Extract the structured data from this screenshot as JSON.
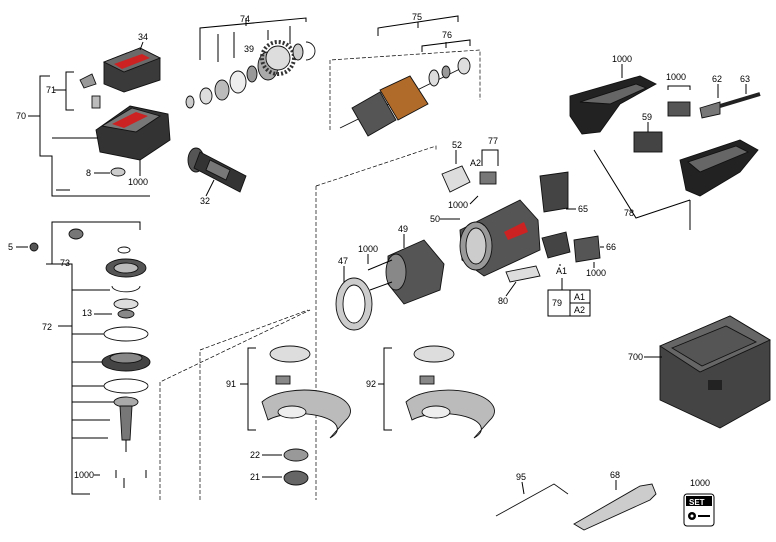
{
  "labels": {
    "p34": "34",
    "p74": "74",
    "p39": "39",
    "p75": "75",
    "p76": "76",
    "p1000_top": "1000",
    "p1000_grip": "1000",
    "p62": "62",
    "p63": "63",
    "p59": "59",
    "p70": "70",
    "p71": "71",
    "p8": "8",
    "p1000_left": "1000",
    "p32": "32",
    "p52": "52",
    "p77": "77",
    "pA2_top": "A2",
    "p1000_mid": "1000",
    "p50": "50",
    "p65": "65",
    "p78": "78",
    "p5": "5",
    "p73": "73",
    "p72": "72",
    "p13": "13",
    "p1000_bot": "1000",
    "p49": "49",
    "p1000_motor": "1000",
    "p47": "47",
    "p66": "66",
    "pA1_top": "A1",
    "p1000_brush": "1000",
    "p80": "80",
    "p79": "79",
    "pA1_box": "A1",
    "pA2_box": "A2",
    "p700": "700",
    "p91": "91",
    "p92": "92",
    "p22": "22",
    "p21": "21",
    "p95": "95",
    "p68": "68",
    "p1000_set": "1000",
    "set_text": "SET"
  }
}
